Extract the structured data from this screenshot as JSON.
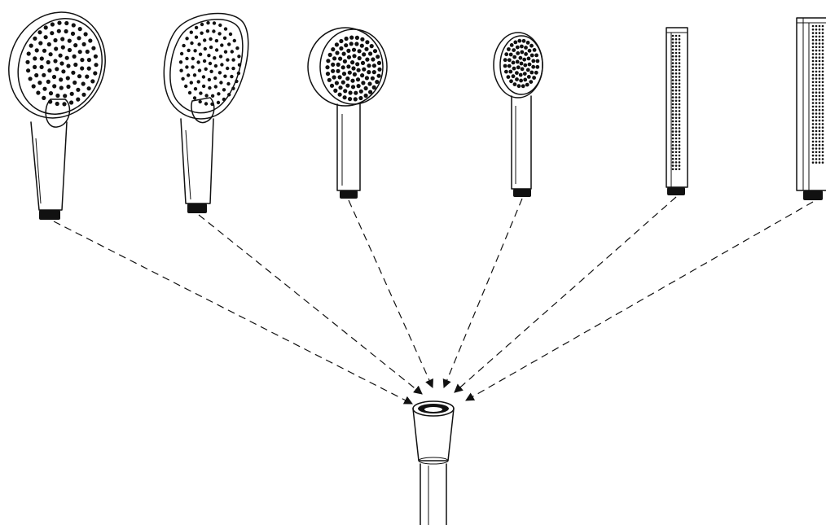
{
  "diagram": {
    "description_labels": [],
    "items": [
      {
        "name": "round-multi-function-hand-shower",
        "icon": "shower-head-round-large-icon"
      },
      {
        "name": "square-multi-function-hand-shower",
        "icon": "shower-head-soft-square-icon"
      },
      {
        "name": "round-single-function-hand-shower",
        "icon": "shower-head-round-medium-icon"
      },
      {
        "name": "small-round-hand-shower",
        "icon": "shower-head-round-small-icon"
      },
      {
        "name": "stick-hand-shower",
        "icon": "shower-head-stick-icon"
      },
      {
        "name": "square-stick-hand-shower",
        "icon": "shower-head-square-stick-icon"
      }
    ],
    "connector": {
      "name": "shower-hose-connector",
      "icon": "hose-nut-icon"
    },
    "colors": {
      "line": "#111111",
      "background": "#ffffff"
    }
  }
}
